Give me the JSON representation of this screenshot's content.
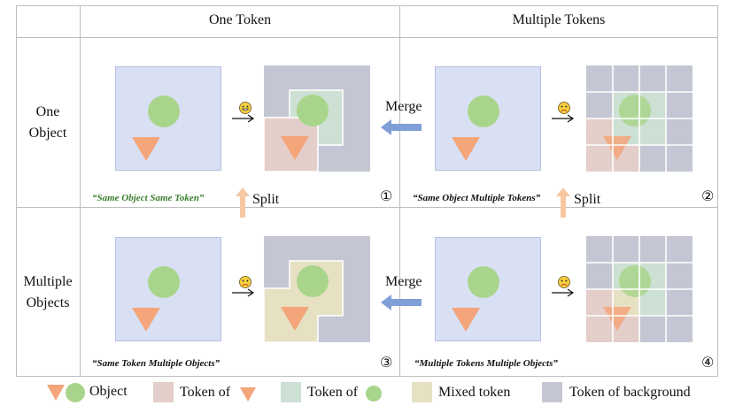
{
  "header": {
    "col_one_token": "One Token",
    "col_multiple_tokens": "Multiple Tokens"
  },
  "rows": {
    "one_object": [
      "One",
      "Object"
    ],
    "multiple_objects": [
      "Multiple",
      "Objects"
    ]
  },
  "cells": {
    "c1": {
      "quote": "“Same Object Same Token”",
      "number": "①",
      "quote_color": "#3a7d2c"
    },
    "c2": {
      "quote": "“Same Object Multiple Tokens”",
      "number": "②",
      "quote_color": "#111111"
    },
    "c3": {
      "quote": "“Same Token Multiple Objects”",
      "number": "③",
      "quote_color": "#111111"
    },
    "c4": {
      "quote": "“Multiple Tokens Multiple Objects”",
      "number": "④",
      "quote_color": "#111111"
    }
  },
  "arrows": {
    "merge_label": "Merge",
    "split_label": "Split"
  },
  "legend": {
    "object": "Object",
    "token_triangle": "Token of",
    "token_circle": "Token of",
    "mixed": "Mixed token",
    "background": "Token of background"
  },
  "colors": {
    "image_bg": "#d9e0f4",
    "circle": "#a8d58b",
    "triangle": "#f4a57a",
    "token_triangle": "#e4cec9",
    "token_circle": "#cce0d3",
    "mixed": "#e6e1c2",
    "background_token": "#c4c7d3",
    "merge_arrow": "#7f9fd6",
    "split_arrow": "#f7c7a1",
    "grid": "#bfbfbf"
  },
  "icons": {
    "happy": "smiley-happy-icon",
    "sad": "smiley-sad-icon"
  }
}
